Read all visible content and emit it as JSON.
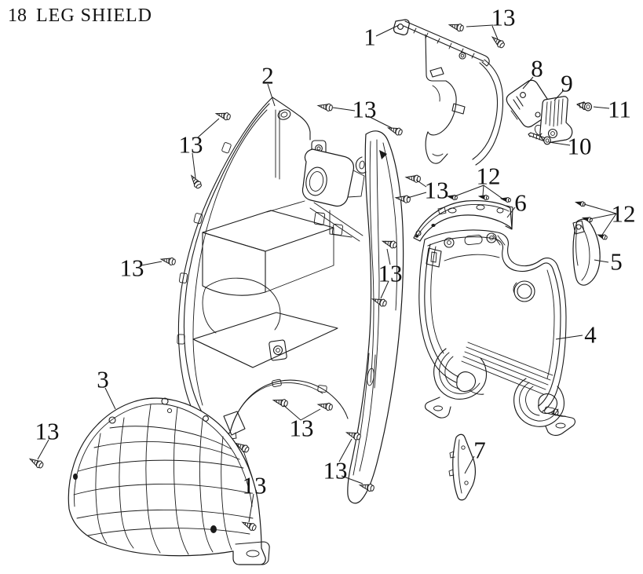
{
  "title": {
    "number": "18",
    "text": "LEG SHIELD"
  },
  "colors": {
    "ink": "#1a1a1a",
    "background": "#ffffff"
  },
  "callouts": [
    {
      "label": "1"
    },
    {
      "label": "2"
    },
    {
      "label": "3"
    },
    {
      "label": "4"
    },
    {
      "label": "5"
    },
    {
      "label": "6"
    },
    {
      "label": "7"
    },
    {
      "label": "8"
    },
    {
      "label": "9"
    },
    {
      "label": "10"
    },
    {
      "label": "11"
    },
    {
      "label": "12"
    },
    {
      "label": "12"
    },
    {
      "label": "13"
    },
    {
      "label": "13"
    },
    {
      "label": "13"
    },
    {
      "label": "13"
    },
    {
      "label": "13"
    },
    {
      "label": "13"
    },
    {
      "label": "13"
    },
    {
      "label": "13"
    },
    {
      "label": "13"
    },
    {
      "label": "13"
    }
  ]
}
